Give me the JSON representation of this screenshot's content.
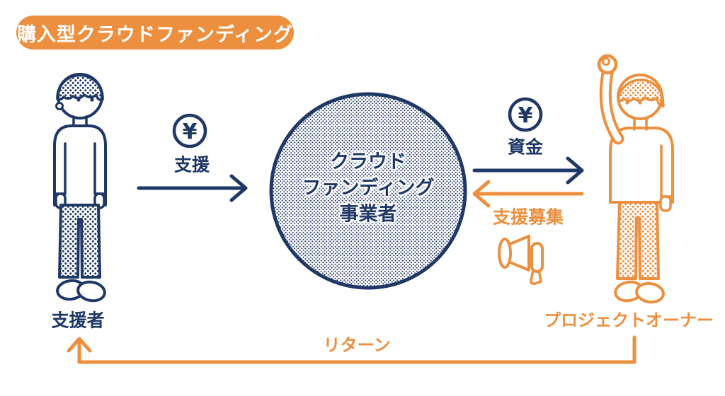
{
  "badge": {
    "label": "購入型クラウドファンディング"
  },
  "platform_circle": {
    "line1": "クラウド",
    "line2": "ファンディング",
    "line3": "事業者"
  },
  "actors": {
    "supporter_label": "支援者",
    "project_owner_label": "プロジェクトオーナー"
  },
  "flows": {
    "support_label": "支援",
    "funds_label": "資金",
    "recruit_label": "支援募集",
    "return_label": "リターン",
    "support_direction": "supporter-to-platform",
    "funds_direction": "platform-to-project-owner",
    "recruit_direction": "project-owner-to-platform",
    "return_direction": "project-owner-to-supporter"
  },
  "icons": {
    "yen_symbol": "¥",
    "support_icon": "yen-coin-icon",
    "funds_icon": "yen-coin-icon",
    "recruit_icon": "megaphone-icon"
  },
  "colors": {
    "navy": "#1F3866",
    "orange": "#EC8F3F",
    "background": "#FFFFFF"
  }
}
